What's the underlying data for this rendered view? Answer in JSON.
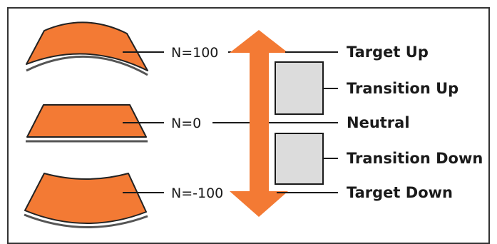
{
  "colors": {
    "orange": "#f37a34",
    "box_fill": "#dcdcdc",
    "frame": "#333333",
    "lines": "#1a1a1a"
  },
  "shapes": [
    {
      "name": "target-up-shape",
      "icon": "arched-up-panel"
    },
    {
      "name": "neutral-shape",
      "icon": "flat-trapezoid-panel"
    },
    {
      "name": "target-down-shape",
      "icon": "arched-down-panel"
    }
  ],
  "n_labels": {
    "up": "N=100",
    "neutral": "N=0",
    "down": "N=-100"
  },
  "state_labels": {
    "target_up": "Target Up",
    "transition_up": "Transition Up",
    "neutral": "Neutral",
    "transition_down": "Transition Down",
    "target_down": "Target Down"
  },
  "arrow": {
    "icon": "double-headed-vertical-arrow"
  }
}
